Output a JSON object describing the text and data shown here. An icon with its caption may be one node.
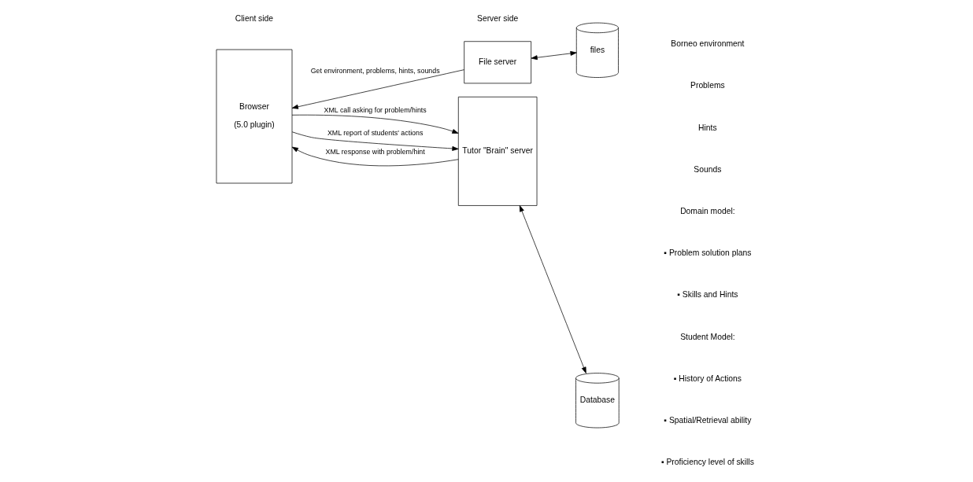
{
  "diagram": {
    "nodes": [
      {
        "text": [
          "Browser",
          "(5.0 plugin)"
        ]
      },
      {
        "text": [
          "File server"
        ]
      },
      {
        "text": [
          "files"
        ]
      },
      {
        "text": [
          "Tutor \"Brain\" server"
        ]
      },
      {
        "text": [
          "Database"
        ]
      }
    ],
    "edges": [
      {
        "from": 1,
        "to": 0,
        "arrow": "to",
        "label": "Get environment, problems, hints, sounds"
      },
      {
        "from": 1,
        "to": 2,
        "arrow": "both"
      },
      {
        "from": 0,
        "to": 3,
        "arrow": "to",
        "label": "XML call asking for problem/hints"
      },
      {
        "from": 3,
        "to": 0,
        "arrow": "to",
        "label": "XML response with problem/hint"
      },
      {
        "from": 0,
        "to": 3,
        "arrow": "to",
        "label": "XML report of students' actions"
      },
      {
        "from": 3,
        "to": 4,
        "arrow": "both"
      }
    ],
    "labels": [
      "Client side",
      "Server side",
      "Borneo environment",
      "Problems",
      "Hints",
      "Sounds",
      "Domain model:",
      "▪ Problem solution plans",
      "▪ Skills and Hints",
      "Student Model:",
      "▪ History of Actions",
      "▪ Spatial/Retrieval ability",
      "▪ Proficiency level of skills"
    ]
  }
}
